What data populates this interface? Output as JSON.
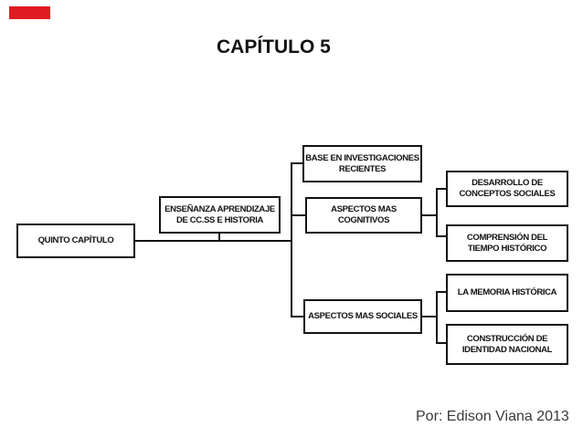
{
  "slide": {
    "title": "CAPÍTULO 5",
    "credit": "Por: Edison Viana 2013",
    "colors": {
      "accent": "#e11b22",
      "line": "#121212",
      "node_fill": "#ffffff",
      "node_border": "#121212"
    },
    "diagram": {
      "type": "flowchart",
      "root": {
        "label": "QUINTO CAPÍTULO"
      },
      "main": {
        "label": "ENSEÑANZA APRENDIZAJE\nDE CC.SS E HISTORIA"
      },
      "branches": [
        {
          "label": "BASE EN INVESTIGACIONES\nRECIENTES",
          "children": []
        },
        {
          "label": "ASPECTOS MAS\nCOGNITIVOS",
          "children": [
            {
              "label": "DESARROLLO DE\nCONCEPTOS SOCIALES"
            },
            {
              "label": "COMPRENSIÓN DEL\nTIEMPO HISTÓRICO"
            }
          ]
        },
        {
          "label": "ASPECTOS MAS SOCIALES",
          "children": [
            {
              "label": "LA MEMORIA HISTÓRICA"
            },
            {
              "label": "CONSTRUCCIÓN DE\nIDENTIDAD NACIONAL"
            }
          ]
        }
      ]
    }
  }
}
